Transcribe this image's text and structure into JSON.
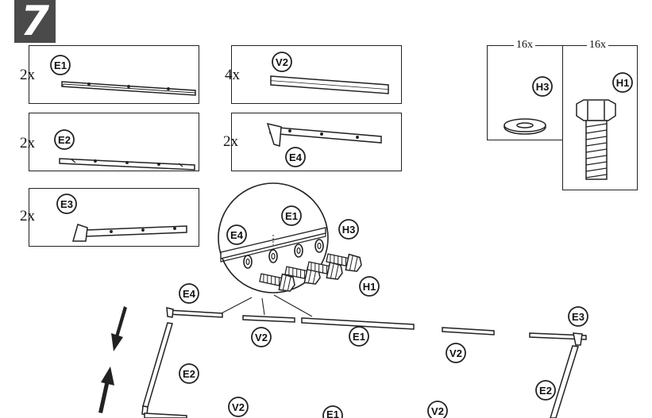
{
  "step": "7",
  "parts": {
    "e1": {
      "label": "E1",
      "qty": "2x"
    },
    "v2": {
      "label": "V2",
      "qty": "4x"
    },
    "e2": {
      "label": "E2",
      "qty": "2x"
    },
    "e4": {
      "label": "E4",
      "qty": "2x"
    },
    "e3": {
      "label": "E3",
      "qty": "2x"
    }
  },
  "hardware": {
    "h3": {
      "label": "H3",
      "qty": "16x"
    },
    "h1": {
      "label": "H1",
      "qty": "16x"
    }
  },
  "detail": {
    "labels": [
      "E1",
      "E4",
      "H3",
      "H1"
    ]
  },
  "assembly": {
    "labels": [
      "E4",
      "V2",
      "E1",
      "V2",
      "E3",
      "E2",
      "E2",
      "V2",
      "E1",
      "V2"
    ]
  },
  "colors": {
    "ink": "#222222",
    "badge": "#4a4a4a"
  }
}
